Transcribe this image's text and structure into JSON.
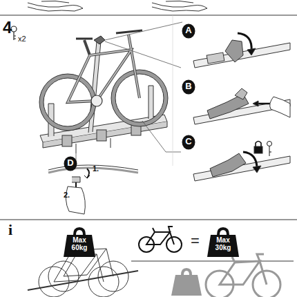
{
  "diagram": {
    "nodes": [
      {
        "text": [
          "A"
        ]
      },
      {
        "text": [
          "B"
        ]
      },
      {
        "text": [
          "C"
        ]
      },
      {
        "text": [
          "D"
        ]
      },
      {
        "text": [
          "Max 60kg"
        ]
      },
      {
        "text": [
          "Max 30kg"
        ]
      }
    ],
    "edges": [],
    "labels": [
      "4",
      "x2",
      "1.",
      "2.",
      "i",
      "="
    ]
  }
}
